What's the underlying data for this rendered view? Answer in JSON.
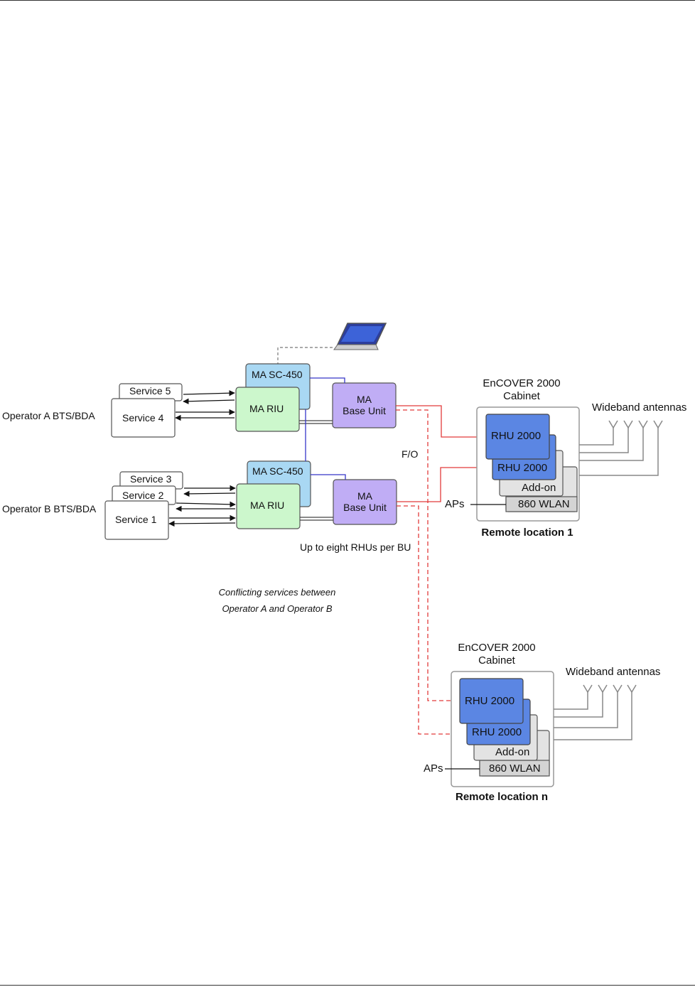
{
  "operators": {
    "a_label": "Operator A BTS/BDA",
    "b_label": "Operator B BTS/BDA"
  },
  "services": {
    "service5": "Service 5",
    "service4": "Service 4",
    "service3": "Service 3",
    "service2": "Service 2",
    "service1": "Service 1"
  },
  "units": {
    "sc450": "MA SC-450",
    "riu": "MA RIU",
    "base_unit_line1": "MA",
    "base_unit_line2": "Base Unit"
  },
  "labels": {
    "fo": "F/O",
    "rhus_per_bu": "Up to eight RHUs per BU",
    "conflict_line1": "Conflicting services between",
    "conflict_line2": "Operator A  and Operator B"
  },
  "cabinets": [
    {
      "title_line1": "EnCOVER 2000",
      "title_line2": "Cabinet",
      "antennas": "Wideband antennas",
      "rhu_a": "RHU 2000",
      "rhu_b": "RHU 2000",
      "addon": "Add-on",
      "wlan": "860 WLAN",
      "aps": "APs",
      "location": "Remote location 1"
    },
    {
      "title_line1": "EnCOVER 2000",
      "title_line2": "Cabinet",
      "antennas": "Wideband antennas",
      "rhu_a": "RHU 2000",
      "rhu_b": "RHU 2000",
      "addon": "Add-on",
      "wlan": "860 WLAN",
      "aps": "APs",
      "location": "Remote location n"
    }
  ],
  "colors": {
    "sc450": "#a9d8f3",
    "riu": "#ccf7cc",
    "base_unit": "#c0adf5",
    "rhu": "#5b86e3",
    "addon": "#e3e3e3",
    "fiber": "#e23b3b",
    "blue_link": "#3535c8"
  }
}
